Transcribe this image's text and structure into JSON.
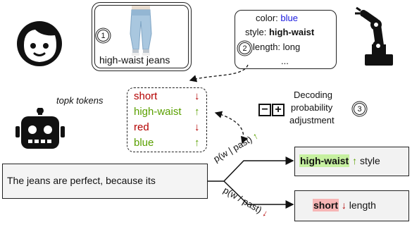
{
  "product": {
    "caption": "high-waist jeans",
    "step": "1"
  },
  "attributes": {
    "color_label": "color:",
    "color_value": "blue",
    "style_label": "style:",
    "style_value": "high-waist",
    "length_label": "length: long",
    "ellipsis": "...",
    "step": "2"
  },
  "topk": {
    "title": "topk tokens",
    "tokens": [
      {
        "word": "short",
        "arrow": "↓"
      },
      {
        "word": "high-waist",
        "arrow": "↑"
      },
      {
        "word": "red",
        "arrow": "↓"
      },
      {
        "word": "blue",
        "arrow": "↑"
      }
    ]
  },
  "adjust": {
    "line1": "Decoding",
    "line2": "probability",
    "line3": "adjustment",
    "step": "3",
    "icon_minus": "−",
    "icon_plus": "+"
  },
  "input": {
    "text": "The jeans are perfect, because its"
  },
  "prob": {
    "upper": "p(w | past)",
    "upper_arrow": "↑",
    "lower": "p(w / past)",
    "lower_arrow": "↓"
  },
  "outputs": [
    {
      "word": "high-waist",
      "arrow": "↑",
      "rest": "style"
    },
    {
      "word": "short",
      "arrow": "↓",
      "rest": "length"
    }
  ],
  "colors": {
    "red": "#b30000",
    "green": "#5aa000",
    "blue": "#1a1adf",
    "green_highlight": "#c6f0a0",
    "red_highlight": "#f7b6b6",
    "output_bg": "#f2f2f2"
  },
  "icons": [
    "user-face-icon",
    "robot-arm-icon",
    "robot-head-icon",
    "minus-plus-icon",
    "jeans-image"
  ]
}
